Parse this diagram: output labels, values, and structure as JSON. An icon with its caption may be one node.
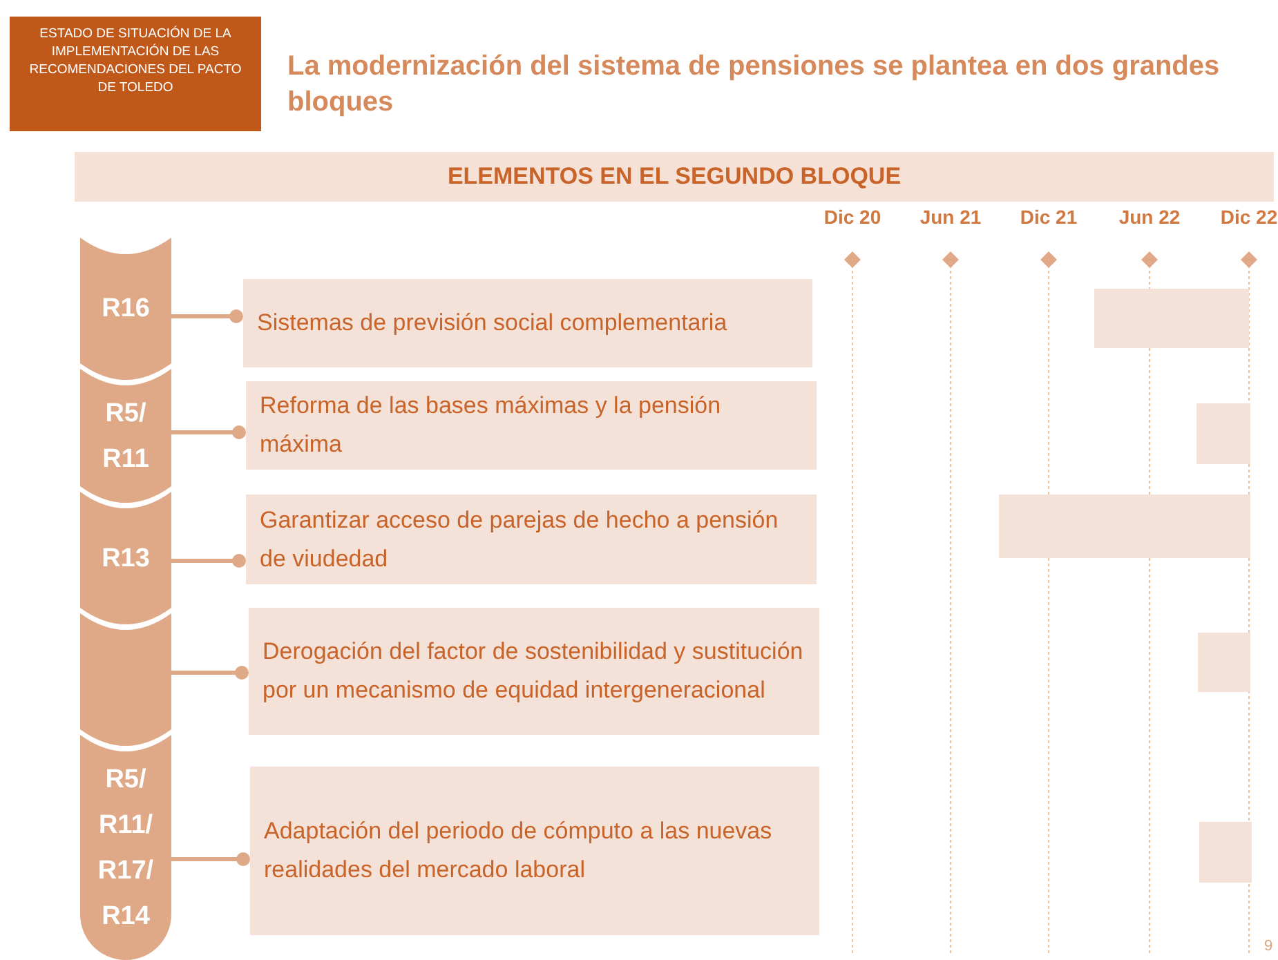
{
  "diagram": {
    "title": "La modernización del sistema de pensiones se plantea en dos grandes bloques",
    "nodes": [
      {
        "text": [
          "ESTADO DE SITUACIÓN DE LA IMPLEMENTACIÓN DE LAS RECOMENDACIONES DEL PACTO DE TOLEDO"
        ]
      },
      {
        "text": [
          "ELEMENTOS EN EL SEGUNDO BLOQUE"
        ]
      },
      {
        "text": [
          "R16"
        ]
      },
      {
        "text": [
          "R5/ R11"
        ]
      },
      {
        "text": [
          "R13"
        ]
      },
      {
        "text": [],
        "shape": "cylinder"
      },
      {
        "text": [
          "R5/ R11/ R17/ R14"
        ]
      },
      {
        "text": [
          "Sistemas de previsión social complementaria"
        ]
      },
      {
        "text": [
          "Reforma de las bases máximas y la pensión máxima"
        ]
      },
      {
        "text": [
          "Garantizar acceso de parejas de hecho a pensión de viudedad"
        ]
      },
      {
        "text": [
          "Derogación del factor de sostenibilidad y sustitución por un mecanismo de equidad intergeneracional"
        ]
      },
      {
        "text": [
          "Adaptación del periodo de cómputo a las nuevas realidades del mercado laboral"
        ]
      },
      {
        "text": [],
        "shape": "bar"
      },
      {
        "text": [],
        "shape": "bar"
      },
      {
        "text": [],
        "shape": "bar"
      },
      {
        "text": [],
        "shape": "bar"
      },
      {
        "text": [],
        "shape": "bar"
      }
    ],
    "edges": [
      {
        "from": 2,
        "to": 7,
        "arrow": "other"
      },
      {
        "from": 3,
        "to": 8,
        "arrow": "other"
      },
      {
        "from": 4,
        "to": 9,
        "arrow": "other"
      },
      {
        "from": 5,
        "to": 10,
        "arrow": "other"
      },
      {
        "from": 6,
        "to": 11,
        "arrow": "other"
      }
    ],
    "labels": [
      "Dic 20",
      "Jun 21",
      "Dic 21",
      "Jun 22",
      "Dic 22",
      "9"
    ]
  }
}
